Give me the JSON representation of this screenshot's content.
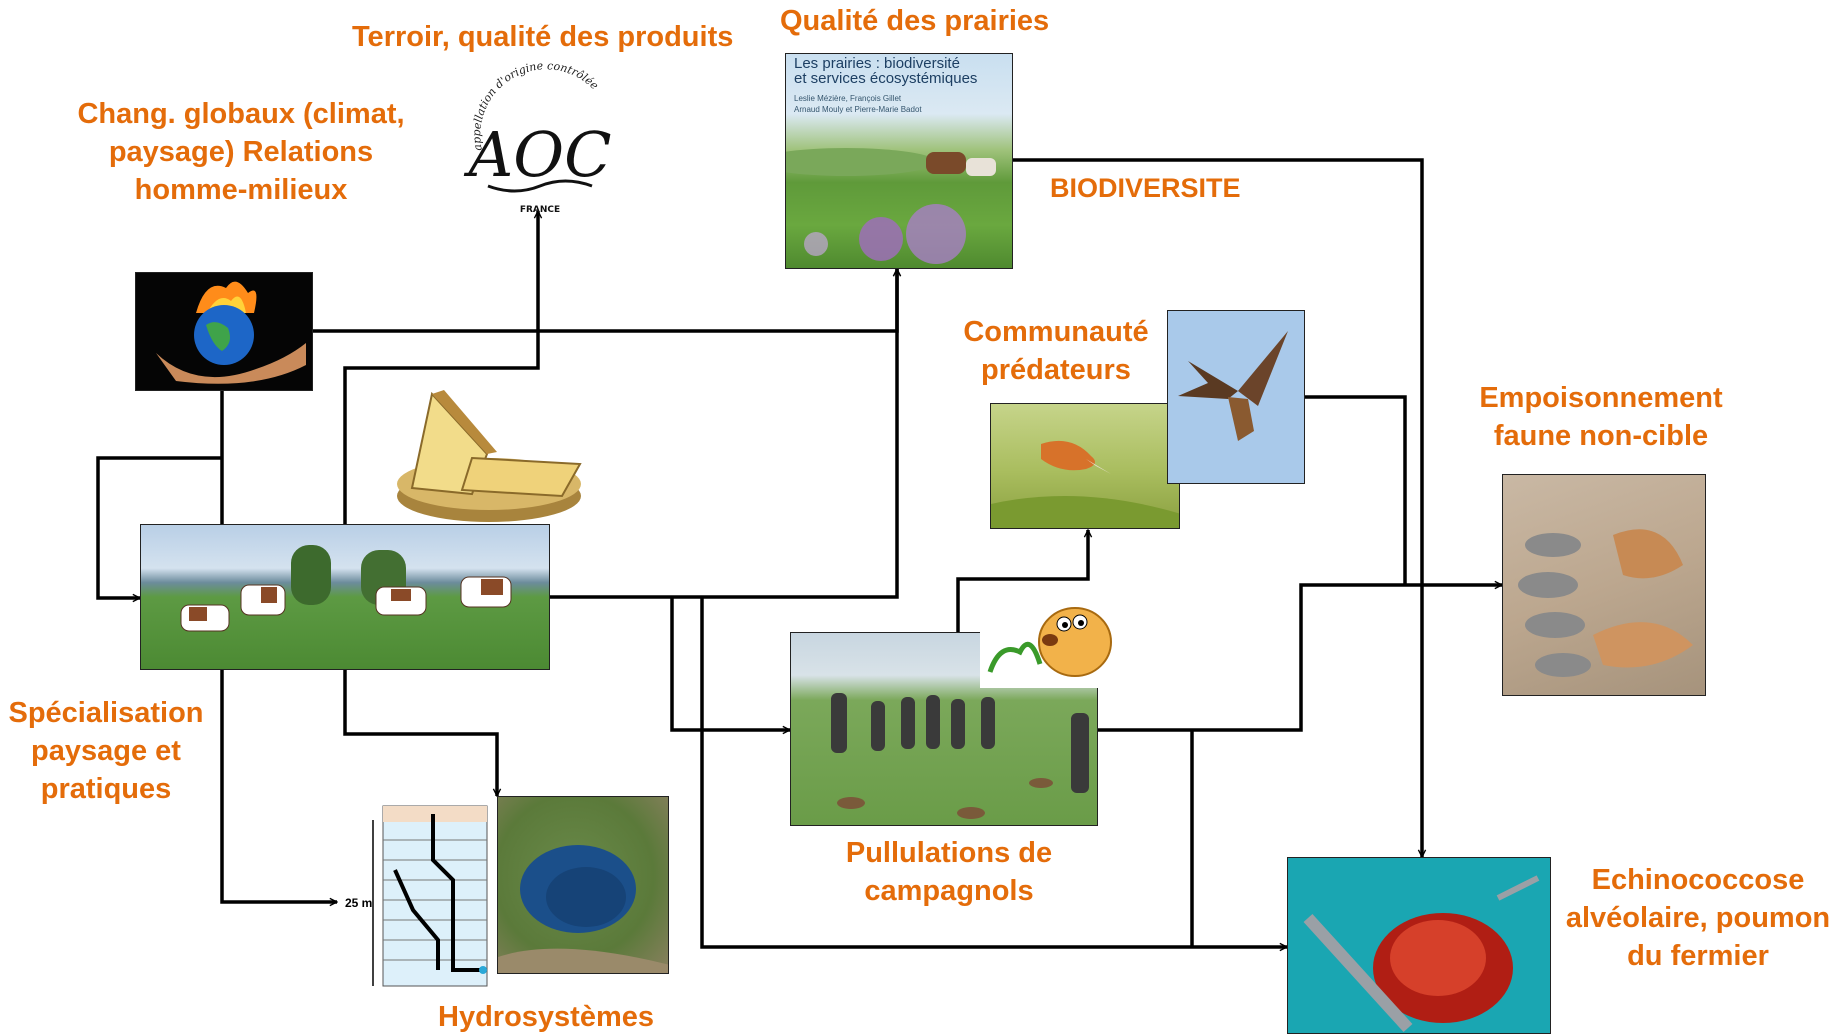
{
  "labels": {
    "terroir": "Terroir, qualité des produits",
    "qualite_prairies": "Qualité des prairies",
    "chang_line1": "Chang. globaux (climat,",
    "chang_line2": "paysage) Relations",
    "chang_line3": "homme-milieux",
    "biodiversite": "BIODIVERSITE",
    "communaute_line1": "Communauté",
    "communaute_line2": "prédateurs",
    "empoison_line1": "Empoisonnement",
    "empoison_line2": "faune non-cible",
    "special_line1": "Spécialisation",
    "special_line2": "paysage et",
    "special_line3": "pratiques",
    "pullulations_line1": "Pullulations de",
    "pullulations_line2": "campagnols",
    "echino_line1": "Echinococcose",
    "echino_line2": "alvéolaire, poumon",
    "echino_line3": "du fermier",
    "hydro": "Hydrosystèmes"
  },
  "aoc_logo": {
    "arc_text": "appellation d'origine contrôlée",
    "mark": "AOC",
    "country": "FRANCE"
  },
  "book_cover": {
    "title": "Les prairies : biodiversité",
    "subtitle": "et services écosystémiques",
    "authors_line1": "Leslie Mézière, François Gillet",
    "authors_line2": "Arnaud Mouly et Pierre-Marie Badot"
  },
  "hydro_scale": "25 m",
  "colors": {
    "label_orange": "#E46C0A",
    "arrow": "#000000"
  }
}
